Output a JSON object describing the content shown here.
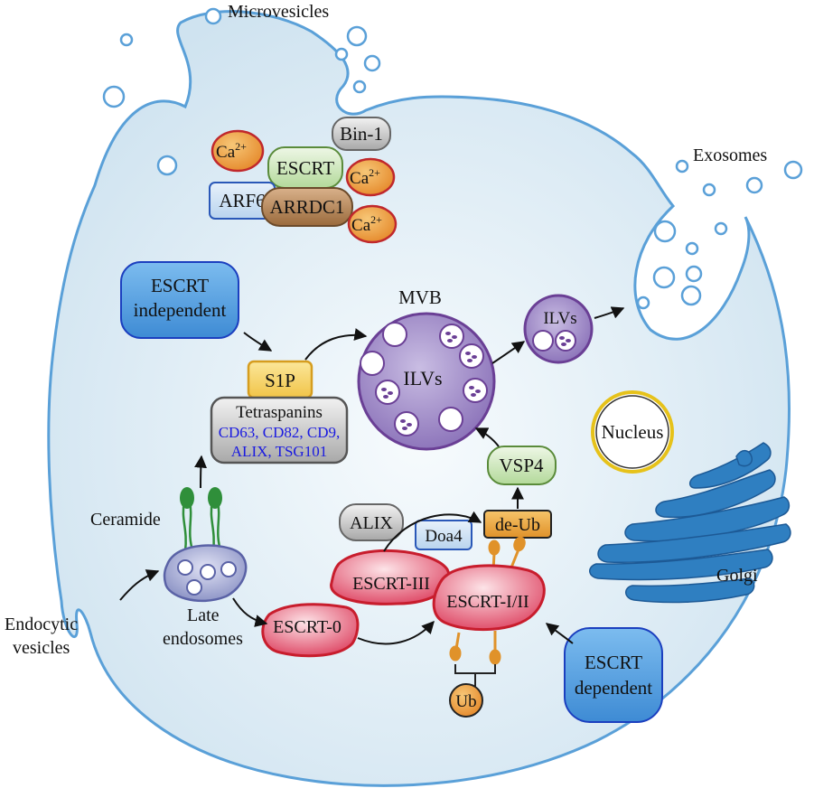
{
  "labels": {
    "microvesicles": "Microvesicles",
    "exosomes": "Exosomes",
    "mvb": "MVB",
    "ilvs_main": "ILVs",
    "ilvs_small": "ILVs",
    "nucleus": "Nucleus",
    "golgi": "Golgi",
    "ceramide": "Ceramide",
    "late_endosomes_1": "Late",
    "late_endosomes_2": "endosomes",
    "endocytic_1": "Endocytic",
    "endocytic_2": "vesicles"
  },
  "membrane_proteins": {
    "bin1": "Bin-1",
    "escrt": "ESCRT",
    "arf6": "ARF6",
    "arrdc1": "ARRDC1",
    "ca_base": "Ca",
    "ca_sup": "2+"
  },
  "pathway": {
    "escrt_independent_1": "ESCRT",
    "escrt_independent_2": "independent",
    "escrt_dependent_1": "ESCRT",
    "escrt_dependent_2": "dependent",
    "s1p": "S1P",
    "tetraspanins_title": "Tetraspanins",
    "tetraspanins_line1": "CD63, CD82, CD9,",
    "tetraspanins_line2": "ALIX, TSG101",
    "vsp4": "VSP4",
    "de_ub": "de-Ub",
    "alix": "ALIX",
    "doa4": "Doa4",
    "escrt_iii": "ESCRT-III",
    "escrt_i_ii": "ESCRT-I/II",
    "escrt_0": "ESCRT-0",
    "ub": "Ub"
  },
  "colors": {
    "cell_fill": "#e3f0f7",
    "cell_stroke": "#5aa0d8",
    "vesicle_fill": "#ffffff",
    "mvb_fill": "#9d8ac4",
    "mvb_stroke": "#6a3f95",
    "escrt_blob_fill": "#ea6f86",
    "escrt_blob_stroke": "#c81d2d",
    "blue_box_fill": "#5ba3de",
    "blue_box_stroke": "#1b3fbf",
    "orange": "#e8a13a",
    "green_box": "#cfe8bd",
    "gray_box": "#c9c9c9",
    "golgi": "#2f7fc1"
  }
}
